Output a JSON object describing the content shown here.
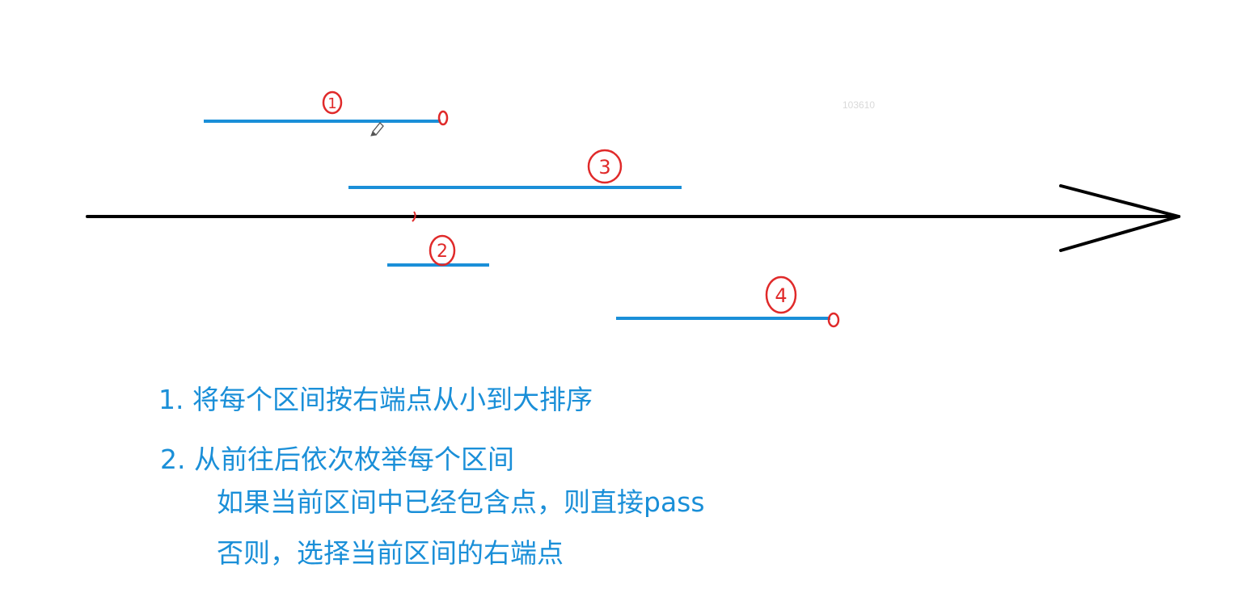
{
  "watermark": "103610",
  "colors": {
    "interval": "#1a8fd8",
    "axis": "#000000",
    "annotation": "#e02a2a",
    "text": "#1a8fd8"
  },
  "intervals": [
    {
      "label": "1",
      "right_point_marked": true
    },
    {
      "label": "3",
      "right_point_marked": false
    },
    {
      "label": "2",
      "right_point_marked": false
    },
    {
      "label": "4",
      "right_point_marked": true
    }
  ],
  "steps": {
    "step1": "1. 将每个区间按右端点从小到大排序",
    "step2": "2. 从前往后依次枚举每个区间",
    "sub1": "如果当前区间中已经包含点，则直接pass",
    "sub2": "否则，选择当前区间的右端点"
  }
}
